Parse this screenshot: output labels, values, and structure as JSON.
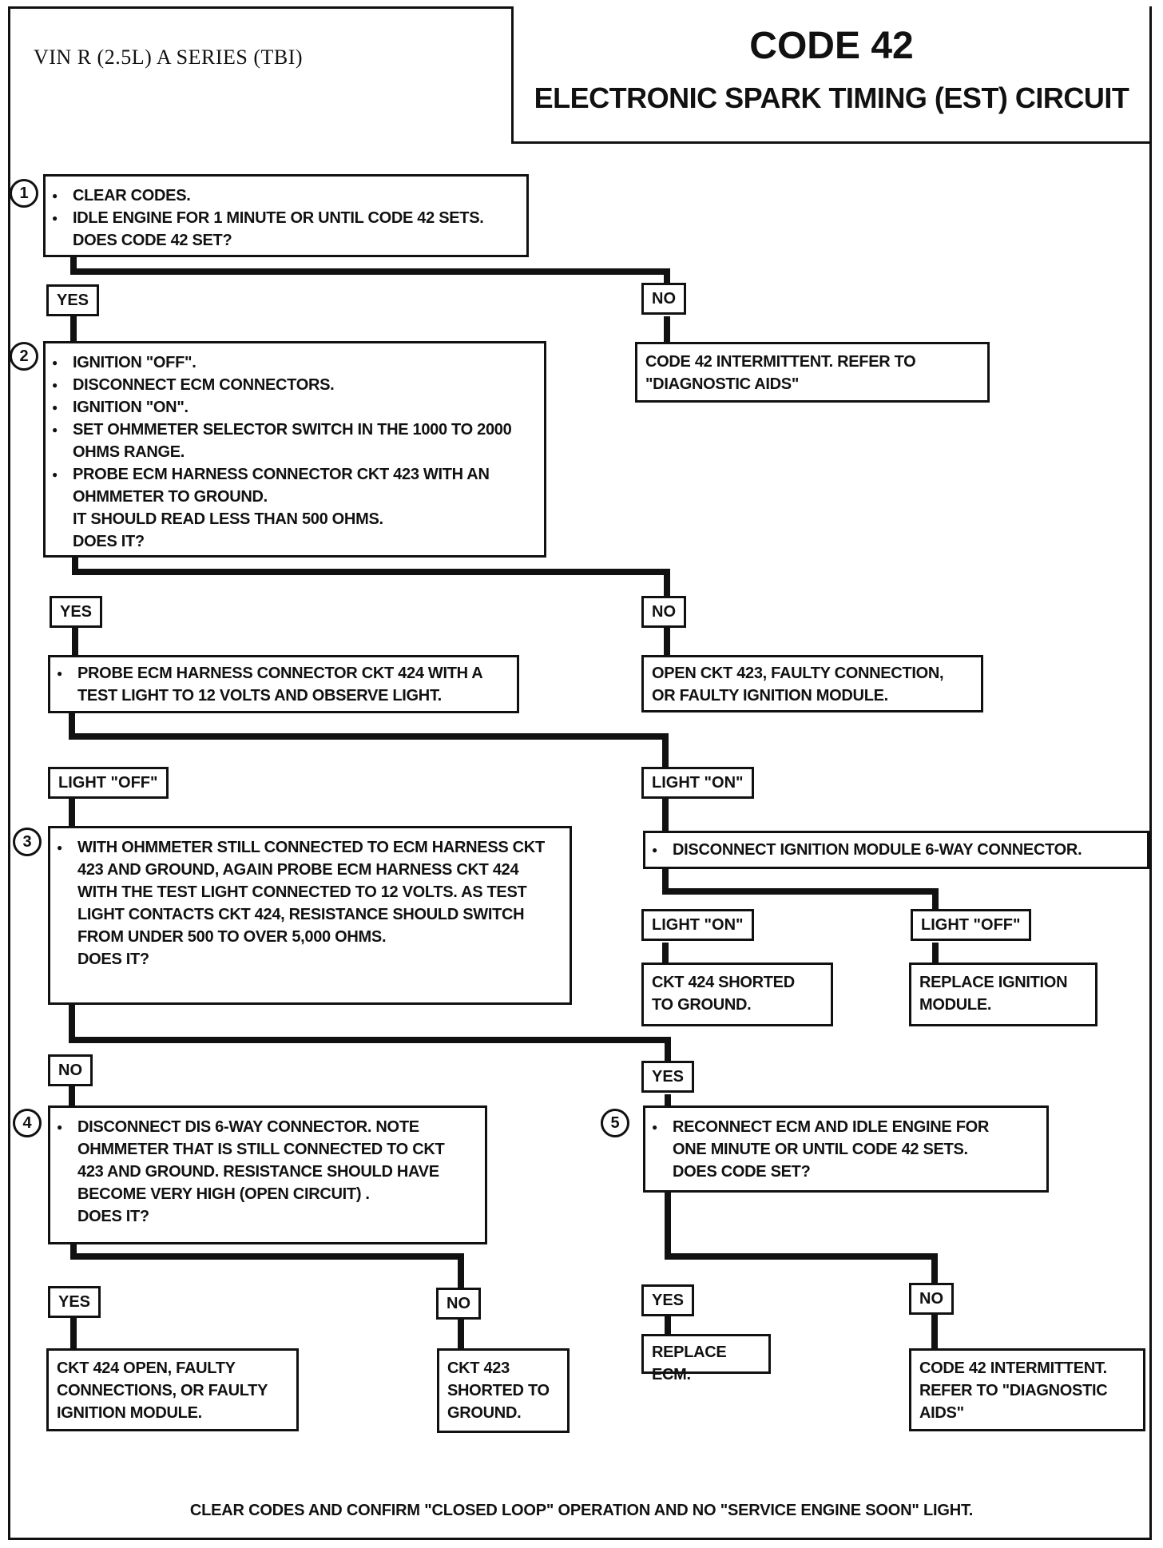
{
  "header": {
    "vin": "VIN R (2.5L) A SERIES (TBI)",
    "code": "CODE 42",
    "circuit": "ELECTRONIC SPARK TIMING (EST) CIRCUIT"
  },
  "steps": {
    "s1": "1",
    "s2": "2",
    "s3": "3",
    "s4": "4",
    "s5": "5"
  },
  "box1": {
    "bullets": [
      "CLEAR CODES.",
      "IDLE ENGINE FOR 1 MINUTE OR UNTIL CODE 42 SETS."
    ],
    "question": "DOES CODE 42 SET?"
  },
  "box1_yes": "YES",
  "box1_no": "NO",
  "box1_no_result": [
    "CODE 42 INTERMITTENT.  REFER TO",
    "\"DIAGNOSTIC AIDS\""
  ],
  "box2": {
    "bullets": [
      "IGNITION \"OFF\".",
      "DISCONNECT ECM CONNECTORS.",
      "IGNITION \"ON\".",
      "SET OHMMETER SELECTOR SWITCH IN THE 1000 TO 2000 OHMS RANGE.",
      "PROBE ECM HARNESS CONNECTOR CKT 423  WITH AN OHMMETER TO GROUND."
    ],
    "question": [
      "IT SHOULD READ LESS THAN 500 OHMS.",
      "DOES IT?"
    ]
  },
  "box2_yes": "YES",
  "box2_no": "NO",
  "box2_no_result": [
    "OPEN CKT 423, FAULTY CONNECTION,",
    "OR FAULTY IGNITION MODULE."
  ],
  "box_probe": {
    "bullets": [
      "PROBE ECM HARNESS CONNECTOR CKT 424 WITH A TEST LIGHT TO 12  VOLTS AND OBSERVE  LIGHT."
    ]
  },
  "light_off_1": "LIGHT \"OFF\"",
  "light_on_1": "LIGHT \"ON\"",
  "box3": {
    "bullets": [
      "WITH OHMMETER STILL CONNECTED TO ECM HARNESS CKT 423 AND GROUND, AGAIN PROBE ECM HARNESS CKT 424 WITH THE TEST LIGHT CONNECTED TO 12 VOLTS.  AS TEST LIGHT CONTACTS CKT 424, RESISTANCE SHOULD SWITCH FROM UNDER 500 TO OVER 5,000 OHMS."
    ],
    "question": "DOES IT?"
  },
  "box_disconnect_ign": {
    "bullets": [
      "DISCONNECT IGNITION MODULE 6-WAY CONNECTOR."
    ]
  },
  "light_on_2": "LIGHT \"ON\"",
  "light_off_2": "LIGHT \"OFF\"",
  "result_ckt424_short": [
    "CKT 424  SHORTED",
    "TO GROUND."
  ],
  "result_replace_ign": [
    "REPLACE IGNITION",
    "MODULE."
  ],
  "box3_no": "NO",
  "box3_yes": "YES",
  "box4": {
    "bullets": [
      "DISCONNECT DIS 6-WAY CONNECTOR.  NOTE OHMMETER THAT IS STILL CONNECTED TO CKT 423  AND GROUND. RESISTANCE SHOULD HAVE BECOME VERY HIGH (OPEN CIRCUIT) ."
    ],
    "question": "DOES IT?"
  },
  "box5": {
    "bullets": [
      "RECONNECT ECM AND IDLE ENGINE FOR ONE MINUTE OR UNTIL CODE 42 SETS."
    ],
    "question": "DOES CODE SET?"
  },
  "box4_yes": "YES",
  "box4_no": "NO",
  "box5_yes": "YES",
  "box5_no": "NO",
  "result_ckt424_open": [
    "CKT 424 OPEN, FAULTY",
    "CONNECTIONS, OR FAULTY",
    "IGNITION MODULE."
  ],
  "result_ckt423_short": [
    "CKT 423",
    "SHORTED TO",
    "GROUND."
  ],
  "result_replace_ecm": [
    "REPLACE ECM."
  ],
  "result_intermittent": [
    "CODE 42 INTERMITTENT.",
    "REFER TO \"DIAGNOSTIC",
    "AIDS\""
  ],
  "footer": "CLEAR CODES AND CONFIRM \"CLOSED LOOP\" OPERATION AND NO \"SERVICE ENGINE SOON\" LIGHT."
}
